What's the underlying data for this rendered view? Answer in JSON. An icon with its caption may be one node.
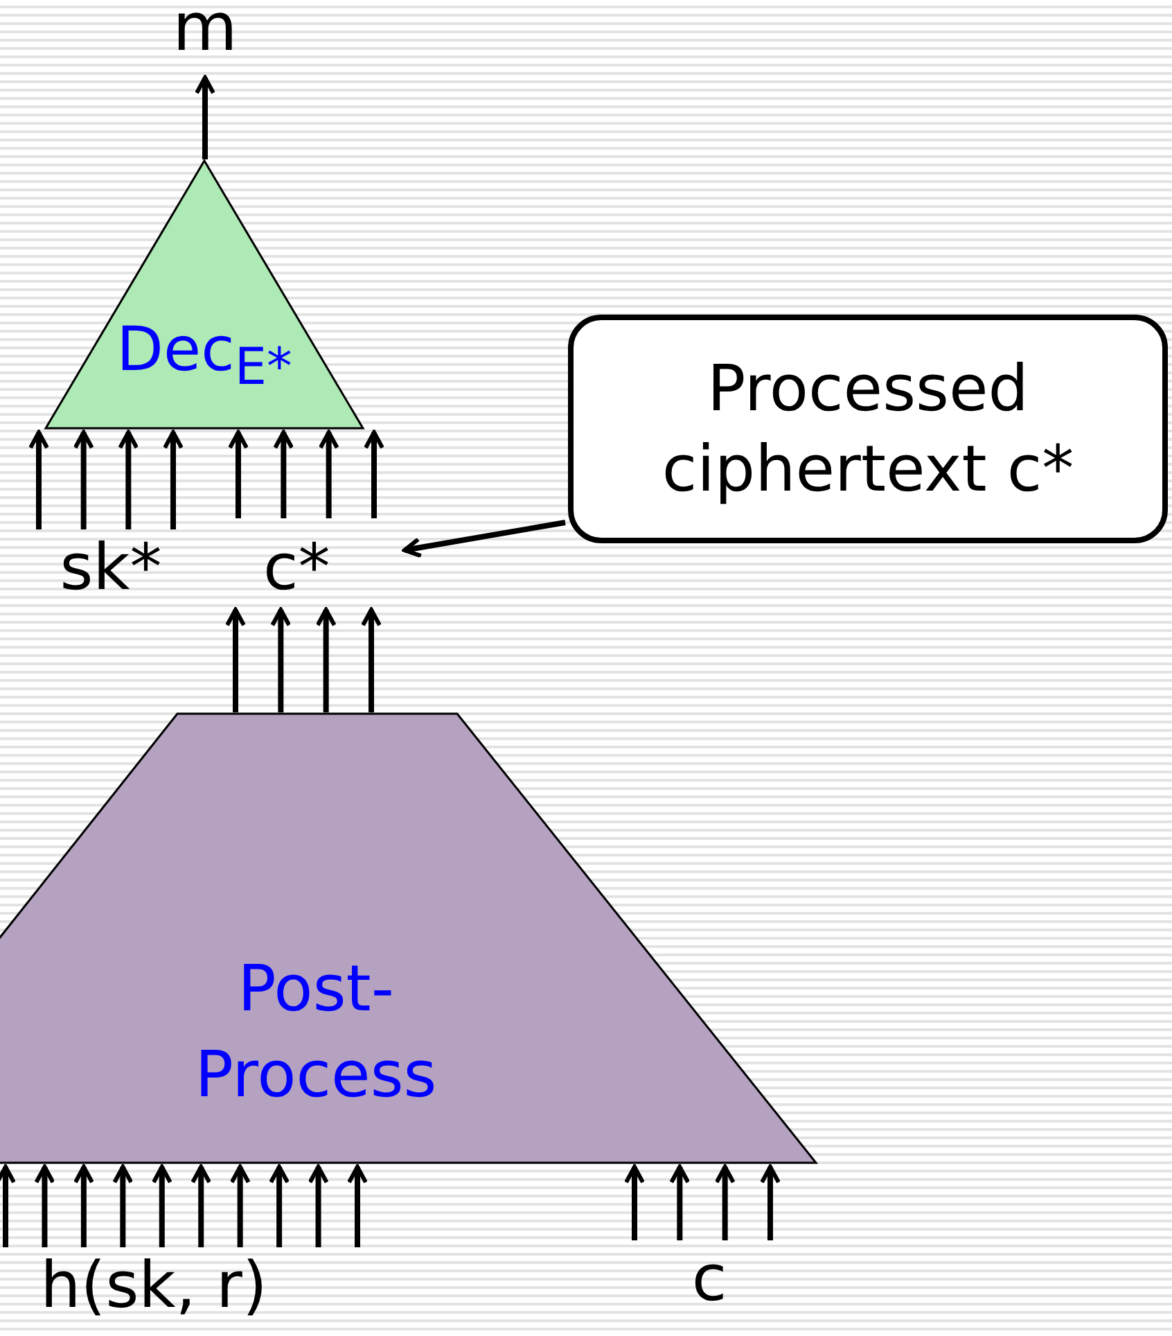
{
  "diagram": {
    "nodes": [
      {
        "text": [
          "m"
        ]
      },
      {
        "text": [
          "Dec$_{E*}$"
        ]
      },
      {
        "text": [
          "sk*"
        ]
      },
      {
        "text": [
          "c*"
        ]
      },
      {
        "text": [
          "Processed ciphertext c*"
        ]
      },
      {
        "text": [
          "Post- Process"
        ]
      },
      {
        "text": [
          "h(sk, r)"
        ]
      },
      {
        "text": [
          "c"
        ]
      }
    ],
    "edges": [
      {
        "from": 1,
        "to": 0,
        "arrow": "to"
      },
      {
        "from": 2,
        "to": 1,
        "arrow": "to"
      },
      {
        "from": 2,
        "to": 1,
        "arrow": "to"
      },
      {
        "from": 2,
        "to": 1,
        "arrow": "to"
      },
      {
        "from": 2,
        "to": 1,
        "arrow": "to"
      },
      {
        "from": 3,
        "to": 1,
        "arrow": "to"
      },
      {
        "from": 3,
        "to": 1,
        "arrow": "to"
      },
      {
        "from": 3,
        "to": 1,
        "arrow": "to"
      },
      {
        "from": 3,
        "to": 1,
        "arrow": "to"
      },
      {
        "from": 4,
        "to": 3,
        "arrow": "to"
      },
      {
        "from": 5,
        "to": 3,
        "arrow": "to"
      },
      {
        "from": 5,
        "to": 3,
        "arrow": "to"
      },
      {
        "from": 5,
        "to": 3,
        "arrow": "to"
      },
      {
        "from": 5,
        "to": 3,
        "arrow": "to"
      },
      {
        "from": 6,
        "to": 5,
        "arrow": "to"
      },
      {
        "from": 6,
        "to": 5,
        "arrow": "to"
      },
      {
        "from": 6,
        "to": 5,
        "arrow": "to"
      },
      {
        "from": 6,
        "to": 5,
        "arrow": "to"
      },
      {
        "from": 6,
        "to": 5,
        "arrow": "to"
      },
      {
        "from": 6,
        "to": 5,
        "arrow": "to"
      },
      {
        "from": 6,
        "to": 5,
        "arrow": "to"
      },
      {
        "from": 6,
        "to": 5,
        "arrow": "to"
      },
      {
        "from": 6,
        "to": 5,
        "arrow": "to"
      },
      {
        "from": 6,
        "to": 5,
        "arrow": "to"
      },
      {
        "from": 7,
        "to": 5,
        "arrow": "to"
      },
      {
        "from": 7,
        "to": 5,
        "arrow": "to"
      },
      {
        "from": 7,
        "to": 5,
        "arrow": "to"
      },
      {
        "from": 7,
        "to": 5,
        "arrow": "to"
      }
    ]
  }
}
